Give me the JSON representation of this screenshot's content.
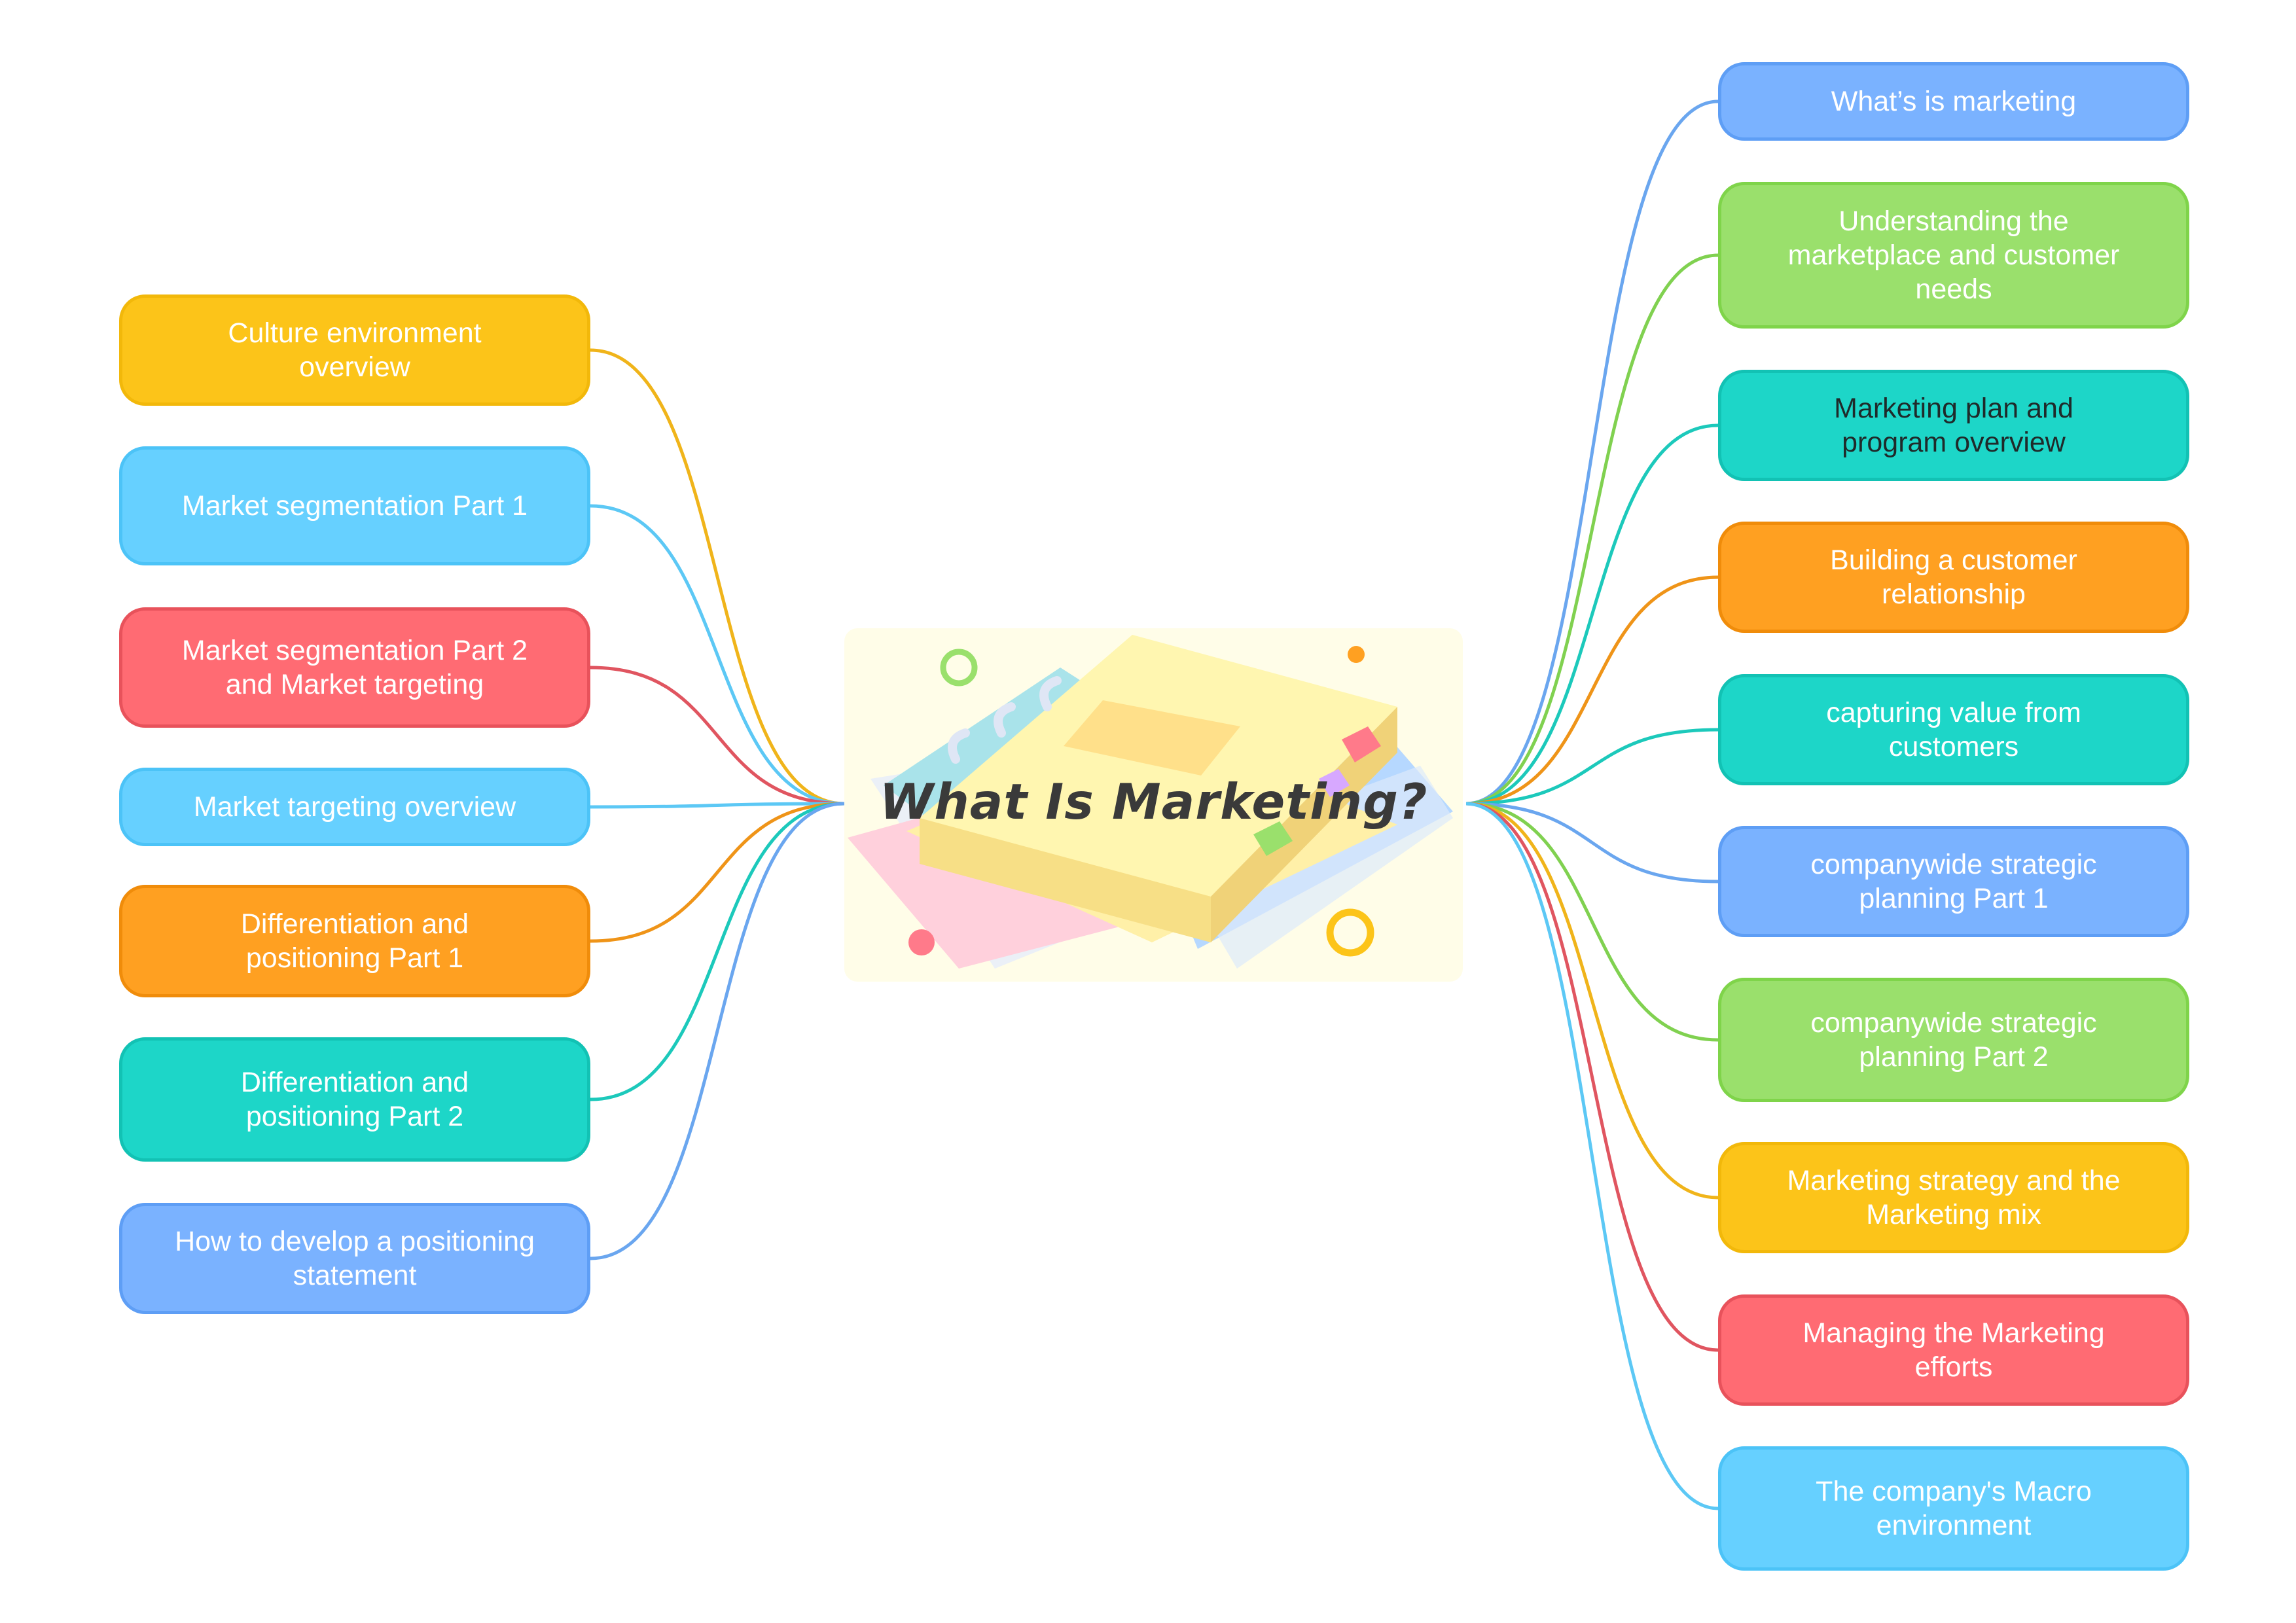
{
  "central_topic": {
    "title": "What Is Marketing?"
  },
  "left_topics": [
    {
      "label": "Culture environment\noverview",
      "color": "#fcc419",
      "border": "#f2b80a",
      "line": "#f0b41a"
    },
    {
      "label": "Market segmentation  Part 1",
      "color": "#66d0ff",
      "border": "#4cc3f7",
      "line": "#5cc8f5"
    },
    {
      "label": "Market segmentation  Part 2\nand Market targeting",
      "color": "#ff6b73",
      "border": "#e8525b",
      "line": "#e05560"
    },
    {
      "label": "Market targeting overview",
      "color": "#66d0ff",
      "border": "#4cc3f7",
      "line": "#5cc8f5"
    },
    {
      "label": "Differentiation and\npositioning Part 1",
      "color": "#ffa021",
      "border": "#f08c0a",
      "line": "#ef9418"
    },
    {
      "label": "Differentiation and\npositioning Part 2",
      "color": "#1dd6c8",
      "border": "#12c2b4",
      "line": "#1cc9bb"
    },
    {
      "label": "How to develop a positioning\nstatement",
      "color": "#7ab2ff",
      "border": "#5e9ef5",
      "line": "#6aa6ef"
    }
  ],
  "right_topics": [
    {
      "label": "What’s is marketing",
      "color": "#7ab2ff",
      "border": "#5e9ef5",
      "line": "#6aa6ef"
    },
    {
      "label": "Understanding the\nmarketplace and customer\nneeds",
      "color": "#9ae06c",
      "border": "#7fd44a",
      "line": "#80d150"
    },
    {
      "label": "Marketing plan   and\nprogram overview",
      "color": "#1dd6c8",
      "border": "#12c2b4",
      "line": "#1cc9bb",
      "dark": true
    },
    {
      "label": "Building a customer\nrelationship",
      "color": "#ffa021",
      "border": "#f08c0a",
      "line": "#ef9418"
    },
    {
      "label": "capturing value from\ncustomers",
      "color": "#1dd6c8",
      "border": "#12c2b4",
      "line": "#1cc9bb"
    },
    {
      "label": "companywide strategic\nplanning  Part 1",
      "color": "#7ab2ff",
      "border": "#5e9ef5",
      "line": "#6aa6ef"
    },
    {
      "label": "companywide strategic\nplanning  Part 2",
      "color": "#9ae06c",
      "border": "#7fd44a",
      "line": "#80d150"
    },
    {
      "label": "Marketing strategy and the\nMarketing mix",
      "color": "#fcc419",
      "border": "#f2b80a",
      "line": "#f0b41a"
    },
    {
      "label": "Managing the Marketing\nefforts",
      "color": "#ff6b73",
      "border": "#e8525b",
      "line": "#e05560"
    },
    {
      "label": "The company's Macro\nenvironment",
      "color": "#66d0ff",
      "border": "#4cc3f7",
      "line": "#5cc8f5"
    }
  ]
}
